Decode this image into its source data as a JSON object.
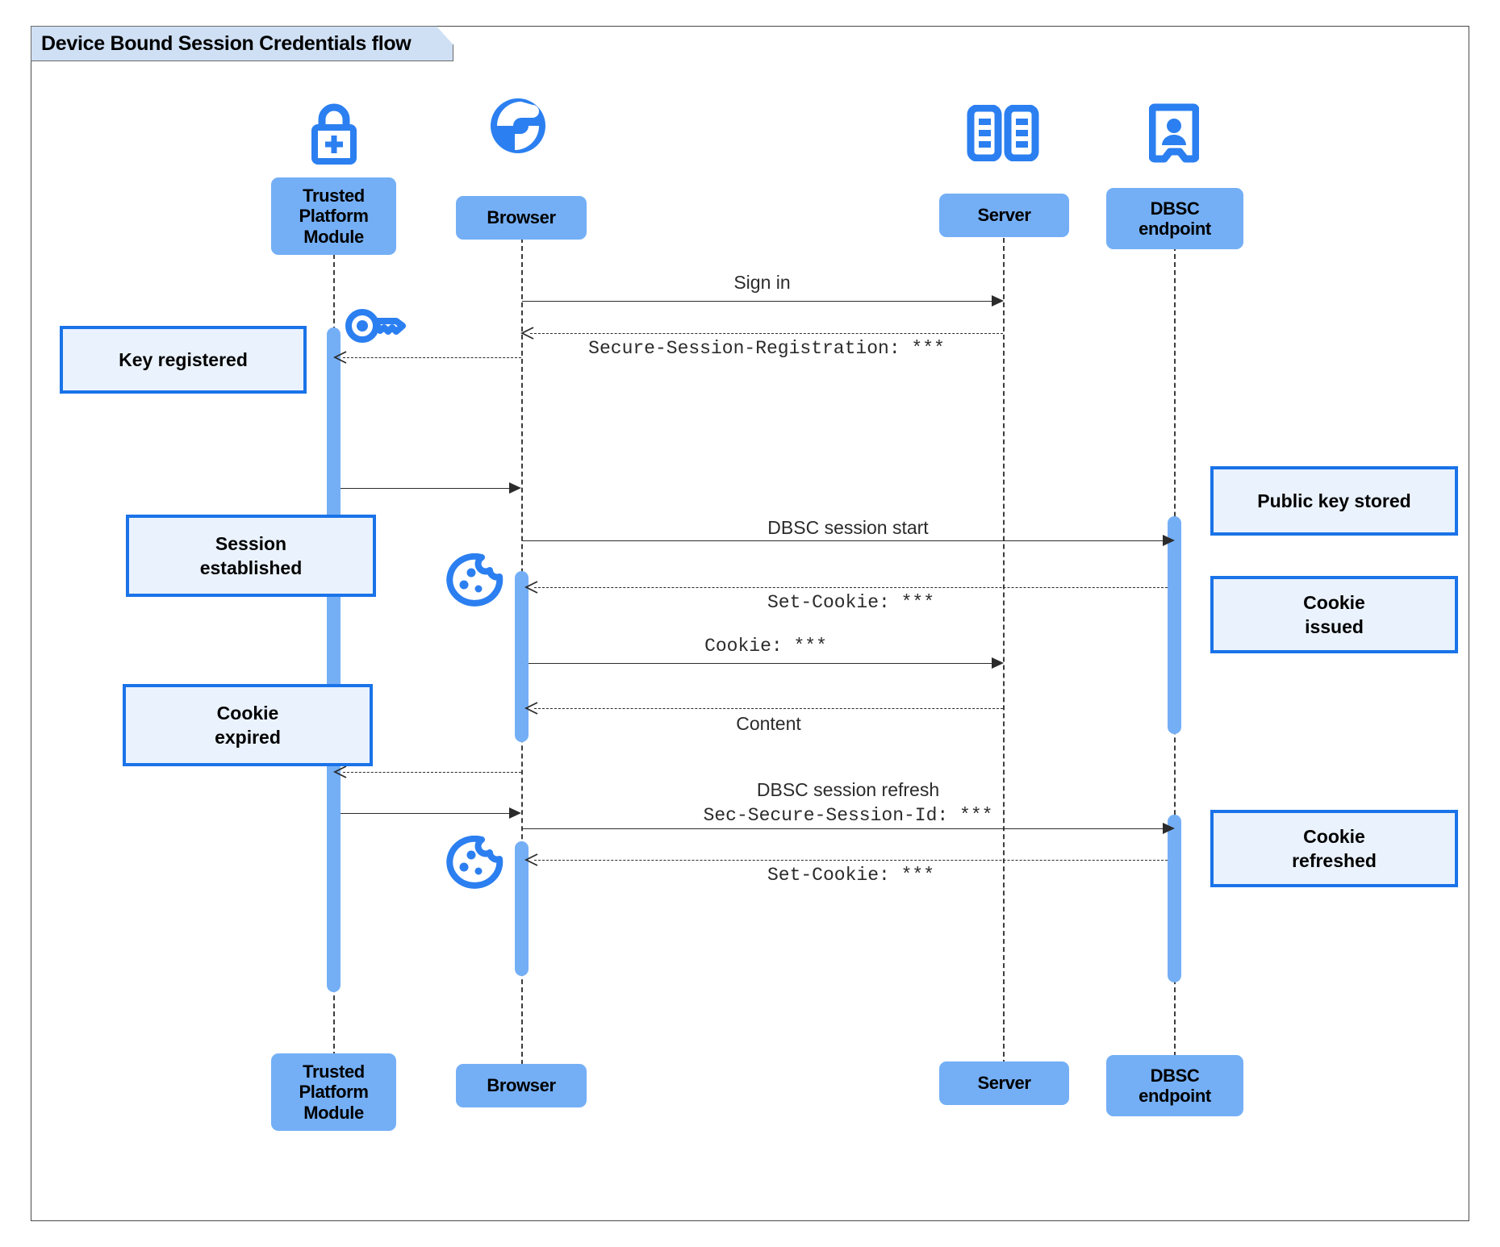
{
  "diagram": {
    "title": "Device Bound Session Credentials flow",
    "type": "uml-sequence-diagram",
    "colors": {
      "participant_fill": "#74aff6",
      "activation_fill": "#74aff6",
      "note_fill": "#eaf2fd",
      "note_border": "#1a73e8",
      "icon_blue": "#2b7ff0",
      "frame_title_fill": "#cfe0f5",
      "line": "#2b2b2b"
    }
  },
  "participants": [
    {
      "id": "tpm",
      "label": "Trusted\nPlatform\nModule",
      "label_line1": "Trusted",
      "label_line2": "Platform",
      "label_line3": "Module",
      "icon": "lock-plus-icon"
    },
    {
      "id": "browser",
      "label": "Browser",
      "icon": "globe-icon"
    },
    {
      "id": "server",
      "label": "Server",
      "icon": "server-rack-icon"
    },
    {
      "id": "dbsc",
      "label": "DBSC\nendpoint",
      "label_line1": "DBSC",
      "label_line2": "endpoint",
      "icon": "id-badge-icon"
    }
  ],
  "messages": [
    {
      "id": "m1",
      "from": "browser",
      "to": "server",
      "label": "Sign in",
      "style": "solid",
      "font": "sans"
    },
    {
      "id": "m2",
      "from": "server",
      "to": "browser",
      "label": "Secure-Session-Registration: ***",
      "style": "dashed",
      "font": "mono"
    },
    {
      "id": "m3",
      "from": "browser",
      "to": "tpm",
      "label": "",
      "style": "dashed",
      "font": "sans"
    },
    {
      "id": "m4",
      "from": "tpm",
      "to": "browser",
      "label": "",
      "style": "solid",
      "font": "sans"
    },
    {
      "id": "m5",
      "from": "browser",
      "to": "dbsc",
      "label": "DBSC session start",
      "style": "solid",
      "font": "sans"
    },
    {
      "id": "m6",
      "from": "dbsc",
      "to": "browser",
      "label": "Set-Cookie: ***",
      "style": "dashed",
      "font": "mono"
    },
    {
      "id": "m7",
      "from": "browser",
      "to": "server",
      "label": "Cookie: ***",
      "style": "solid",
      "font": "mono"
    },
    {
      "id": "m8",
      "from": "server",
      "to": "browser",
      "label": "Content",
      "style": "dashed",
      "font": "sans"
    },
    {
      "id": "m9",
      "from": "browser",
      "to": "tpm",
      "label": "",
      "style": "dashed",
      "font": "sans"
    },
    {
      "id": "m10",
      "from": "tpm",
      "to": "browser",
      "label": "",
      "style": "solid",
      "font": "sans"
    },
    {
      "id": "m11",
      "from": "browser",
      "to": "dbsc",
      "label_line1": "DBSC session refresh",
      "label_line2": "Sec-Secure-Session-Id: ***",
      "style": "solid",
      "font": "mixed"
    },
    {
      "id": "m12",
      "from": "dbsc",
      "to": "browser",
      "label": "Set-Cookie: ***",
      "style": "dashed",
      "font": "mono"
    }
  ],
  "notes": [
    {
      "id": "n1",
      "side": "left",
      "anchor": "tpm",
      "text": "Key registered",
      "line1": "Key registered"
    },
    {
      "id": "n2",
      "side": "left",
      "anchor": "tpm",
      "line1": "Session",
      "line2": "established"
    },
    {
      "id": "n3",
      "side": "left",
      "anchor": "tpm",
      "line1": "Cookie",
      "line2": "expired"
    },
    {
      "id": "n4",
      "side": "right",
      "anchor": "dbsc",
      "line1": "Public key stored"
    },
    {
      "id": "n5",
      "side": "right",
      "anchor": "dbsc",
      "line1": "Cookie",
      "line2": "issued"
    },
    {
      "id": "n6",
      "side": "right",
      "anchor": "dbsc",
      "line1": "Cookie",
      "line2": "refreshed"
    }
  ],
  "decorations": [
    {
      "id": "d1",
      "icon": "key-icon",
      "near": "tpm"
    },
    {
      "id": "d2",
      "icon": "cookie-icon",
      "near": "browser"
    },
    {
      "id": "d3",
      "icon": "cookie-icon",
      "near": "browser"
    }
  ]
}
